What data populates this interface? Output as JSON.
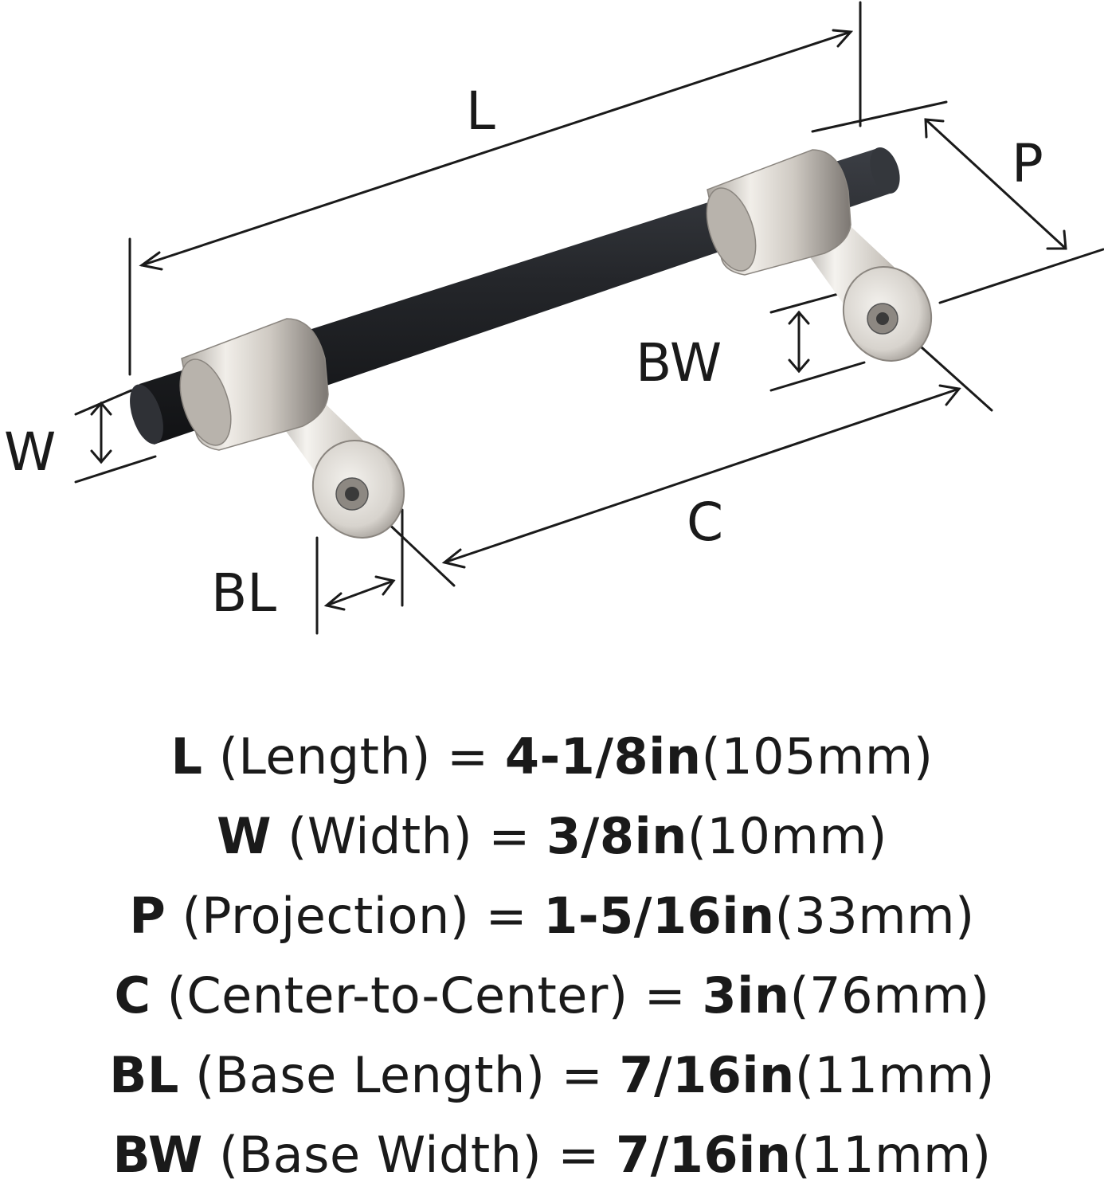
{
  "diagram": {
    "labels": {
      "length": "L",
      "projection": "P",
      "width": "W",
      "base_width": "BW",
      "center_to_center": "C",
      "base_length": "BL"
    },
    "colors": {
      "bar": "#24262a",
      "nickel": "#cfcac3",
      "nickel_dark": "#8f8a84",
      "line": "#1a1a1a"
    }
  },
  "specs": [
    {
      "code": "L",
      "desc": " (Length) = ",
      "imperial": "4-1/8in",
      "metric": "(105mm)"
    },
    {
      "code": "W",
      "desc": " (Width) = ",
      "imperial": "3/8in",
      "metric": "(10mm)"
    },
    {
      "code": "P",
      "desc": " (Projection) = ",
      "imperial": "1-5/16in",
      "metric": "(33mm)"
    },
    {
      "code": "C",
      "desc": " (Center-to-Center) = ",
      "imperial": "3in",
      "metric": "(76mm)"
    },
    {
      "code": "BL",
      "desc": " (Base Length) = ",
      "imperial": "7/16in",
      "metric": "(11mm)"
    },
    {
      "code": "BW",
      "desc": " (Base Width) = ",
      "imperial": "7/16in",
      "metric": "(11mm)"
    }
  ]
}
